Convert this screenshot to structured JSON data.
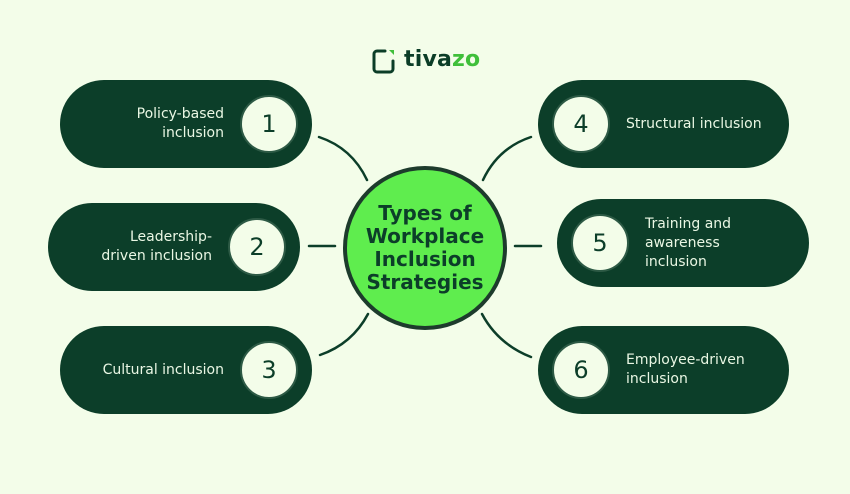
{
  "brand": {
    "name_part1": "tiva",
    "name_part2": "zo",
    "icon": "logo-square-bracket-icon",
    "colors": {
      "dark": "#0b3d27",
      "accent": "#3fbf3a"
    }
  },
  "center": {
    "title": "Types of\nWorkplace\nInclusion\nStrategies",
    "fill": "#5fed4e",
    "border": "#1d3b2c"
  },
  "strategies": [
    {
      "number": "1",
      "label": "Policy-based\ninclusion",
      "side": "left"
    },
    {
      "number": "2",
      "label": "Leadership-\ndriven inclusion",
      "side": "left"
    },
    {
      "number": "3",
      "label": "Cultural inclusion",
      "side": "left"
    },
    {
      "number": "4",
      "label": "Structural inclusion",
      "side": "right"
    },
    {
      "number": "5",
      "label": "Training and\nawareness\ninclusion",
      "side": "right"
    },
    {
      "number": "6",
      "label": "Employee-driven\ninclusion",
      "side": "right"
    }
  ],
  "colors": {
    "background": "#f3fde9",
    "pill": "#0c3e29",
    "pill_text": "#eaf7e4",
    "connector": "#0c3e29"
  }
}
